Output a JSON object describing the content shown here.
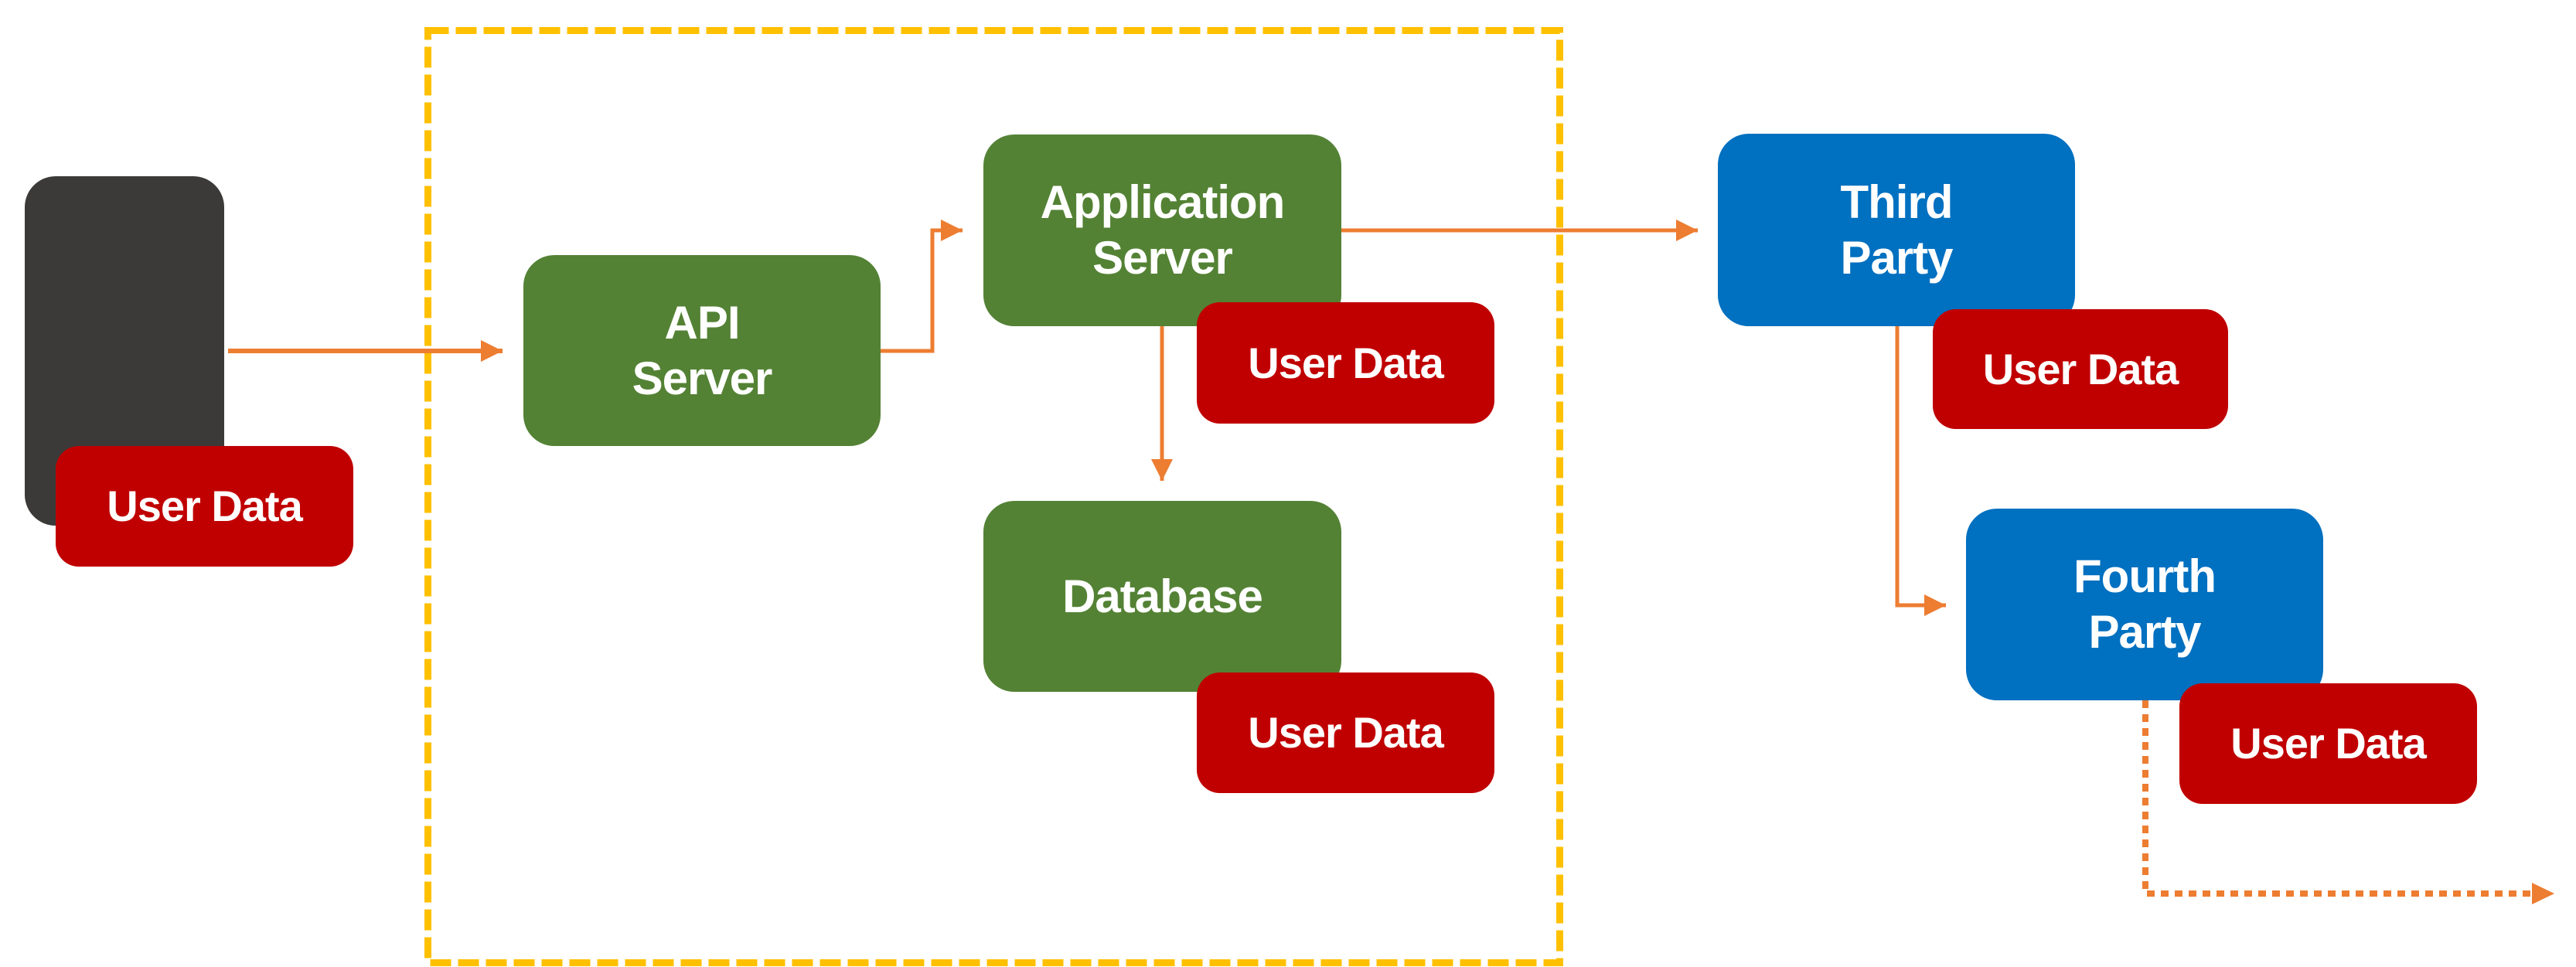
{
  "diagram": {
    "colors": {
      "trust_boundary": "#FFC000",
      "connector": "#ED7D31",
      "internal_node": "#548235",
      "external_node": "#0070C0",
      "client_device": "#3B3A38",
      "data_badge": "#C00000",
      "text": "#FFFFFF"
    },
    "nodes": {
      "client": {
        "label": "",
        "badge": "User Data"
      },
      "api_server": {
        "line1": "API",
        "line2": "Server"
      },
      "application_server": {
        "line1": "Application",
        "line2": "Server",
        "badge": "User Data"
      },
      "database": {
        "label": "Database",
        "badge": "User Data"
      },
      "third_party": {
        "line1": "Third",
        "line2": "Party",
        "badge": "User Data"
      },
      "fourth_party": {
        "line1": "Fourth",
        "line2": "Party",
        "badge": "User Data"
      }
    },
    "edges": [
      {
        "from": "client",
        "to": "api_server",
        "style": "solid"
      },
      {
        "from": "api_server",
        "to": "application_server",
        "style": "solid"
      },
      {
        "from": "application_server",
        "to": "database",
        "style": "solid"
      },
      {
        "from": "application_server",
        "to": "third_party",
        "style": "solid"
      },
      {
        "from": "third_party",
        "to": "fourth_party",
        "style": "solid"
      },
      {
        "from": "fourth_party",
        "to": "beyond",
        "style": "dotted"
      }
    ],
    "boundary": {
      "style": "dashed",
      "contains": [
        "api_server",
        "application_server",
        "database"
      ]
    }
  }
}
